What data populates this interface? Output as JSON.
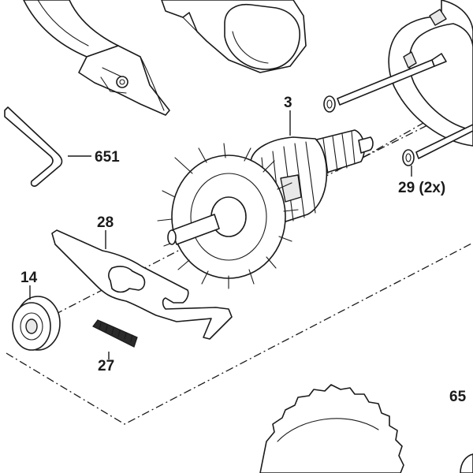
{
  "labels": {
    "armature": "3",
    "hex_key": "651",
    "screws": "29 (2x)",
    "wrench_plate": "28",
    "bearing": "14",
    "spring": "27",
    "saw_blade": "65"
  }
}
